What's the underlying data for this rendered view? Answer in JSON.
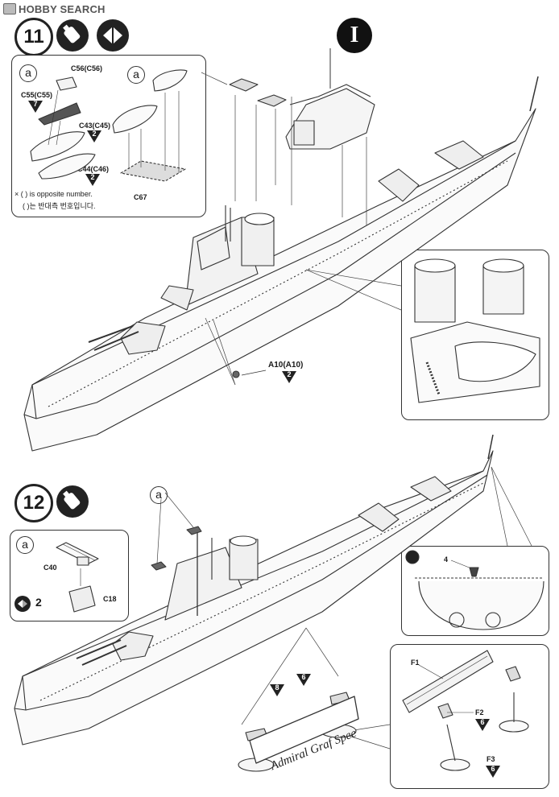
{
  "watermark": "HOBBY SEARCH",
  "steps": [
    {
      "number": "11"
    },
    {
      "number": "12"
    }
  ],
  "step11": {
    "callout_mark": "I",
    "inset": {
      "circle_label": "a",
      "parts": {
        "c56": "C56(C56)",
        "c55": "C55(C55)",
        "c43": "C43(C45)",
        "c44": "C44(C46)",
        "c67": "C67"
      },
      "paint": {
        "c55": "7",
        "c43": "2",
        "c44": "2"
      },
      "note_en": "( ) is opposite number.",
      "note_ko": "( )는 반대측 번호입니다.",
      "note_prefix": "×"
    },
    "right_circle_label": "a",
    "a10_label": "A10(A10)",
    "a10_paint": "2"
  },
  "step12": {
    "circle_label_top": "a",
    "inset": {
      "circle_label": "a",
      "part_c40": "C40",
      "part_c18": "C18",
      "count": "2"
    },
    "stern_inset": {
      "part_number": "4"
    },
    "stand_inset": {
      "f1": "F1",
      "f2": "F2",
      "f3": "F3",
      "f2_paint": "6",
      "f3_paint": "6"
    },
    "nameplate": "Admiral Graf Spee",
    "paint_callouts": [
      "8",
      "6"
    ]
  }
}
